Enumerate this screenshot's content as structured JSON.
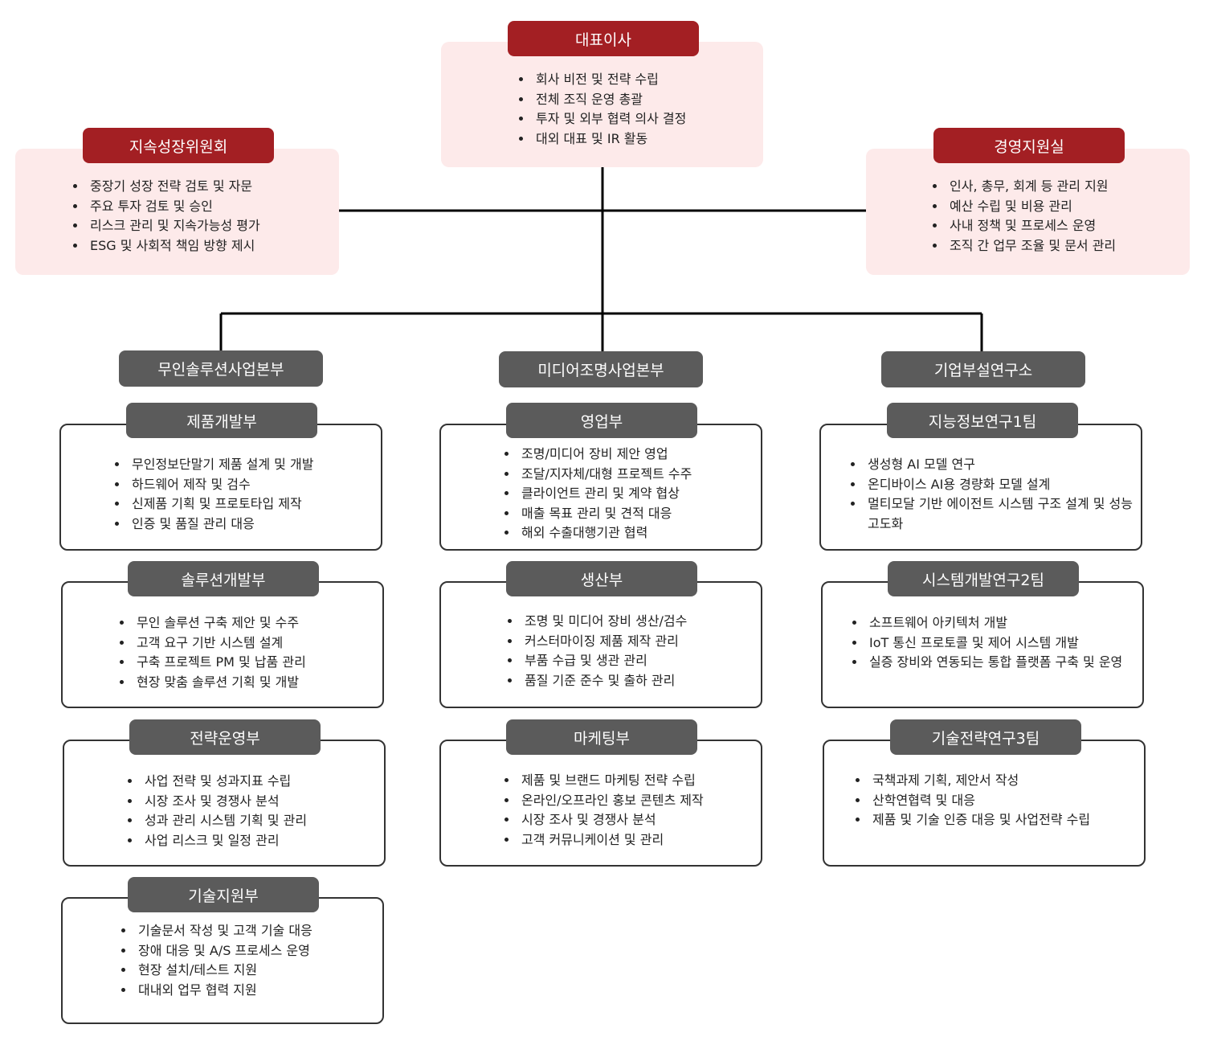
{
  "ceo": {
    "title": "대표이사",
    "items": [
      "회사 비전 및 전략 수립",
      "전체 조직 운영 총괄",
      "투자 및 외부 협력 의사 결정",
      "대외 대표 및 IR 활동"
    ]
  },
  "committee": {
    "title": "지속성장위원회",
    "items": [
      "중장기 성장 전략 검토 및 자문",
      "주요 투자 검토 및 승인",
      "리스크 관리 및 지속가능성 평가",
      "ESG 및 사회적 책임 방향 제시"
    ]
  },
  "management": {
    "title": "경영지원실",
    "items": [
      "인사, 총무, 회계 등 관리 지원",
      "예산 수립 및 비용 관리",
      "사내 정책 및 프로세스 운영",
      "조직 간 업무 조율 및 문서 관리"
    ]
  },
  "divisions": [
    {
      "title": "무인솔루션사업본부",
      "departments": [
        {
          "title": "제품개발부",
          "items": [
            "무인정보단말기 제품 설계 및 개발",
            "하드웨어 제작 및 검수",
            "신제품 기획 및 프로토타입 제작",
            "인증 및 품질 관리 대응"
          ]
        },
        {
          "title": "솔루션개발부",
          "items": [
            "무인 솔루션 구축 제안 및 수주",
            "고객 요구 기반 시스템 설계",
            "구축 프로젝트 PM 및 납품 관리",
            "현장 맞춤 솔루션 기획 및 개발"
          ]
        },
        {
          "title": "전략운영부",
          "items": [
            "사업 전략 및 성과지표 수립",
            "시장 조사 및 경쟁사 분석",
            "성과 관리 시스템 기획 및 관리",
            "사업 리스크 및 일정 관리"
          ]
        },
        {
          "title": "기술지원부",
          "items": [
            "기술문서 작성 및 고객 기술 대응",
            "장애 대응 및 A/S 프로세스 운영",
            "현장 설치/테스트 지원",
            "대내외 업무 협력 지원"
          ]
        }
      ]
    },
    {
      "title": "미디어조명사업본부",
      "departments": [
        {
          "title": "영업부",
          "items": [
            "조명/미디어 장비 제안 영업",
            "조달/지자체/대형 프로젝트 수주",
            "클라이언트 관리 및 계약 협상",
            "매출 목표 관리 및 견적 대응",
            "해외 수출대행기관 협력"
          ]
        },
        {
          "title": "생산부",
          "items": [
            "조명 및 미디어 장비 생산/검수",
            "커스터마이징 제품 제작 관리",
            "부품 수급 및 생관 관리",
            "품질 기준 준수 및 출하 관리"
          ]
        },
        {
          "title": "마케팅부",
          "items": [
            "제품 및 브랜드 마케팅 전략 수립",
            "온라인/오프라인 홍보 콘텐츠 제작",
            "시장 조사 및 경쟁사 분석",
            "고객 커뮤니케이션 및 관리"
          ]
        }
      ]
    },
    {
      "title": "기업부설연구소",
      "departments": [
        {
          "title": "지능정보연구1팀",
          "items": [
            "생성형 AI 모델 연구",
            "온디바이스 AI용 경량화 모델 설계",
            "멀티모달 기반 에이전트 시스템 구조 설계 및 성능 고도화"
          ]
        },
        {
          "title": "시스템개발연구2팀",
          "items": [
            "소프트웨어 아키텍처 개발",
            "IoT 통신 프로토콜 및 제어 시스템 개발",
            "실증 장비와 연동되는 통합 플랫폼 구축 및 운영"
          ]
        },
        {
          "title": "기술전략연구3팀",
          "items": [
            "국책과제 기획, 제안서 작성",
            "산학연협력 및 대응",
            "제품 및 기술 인증 대응 및 사업전략 수립"
          ]
        }
      ]
    }
  ],
  "colors": {
    "top_label": "#a31f23",
    "top_box": "#fdeaea",
    "dept_label": "#5b5b5b",
    "connector": "#000000"
  }
}
